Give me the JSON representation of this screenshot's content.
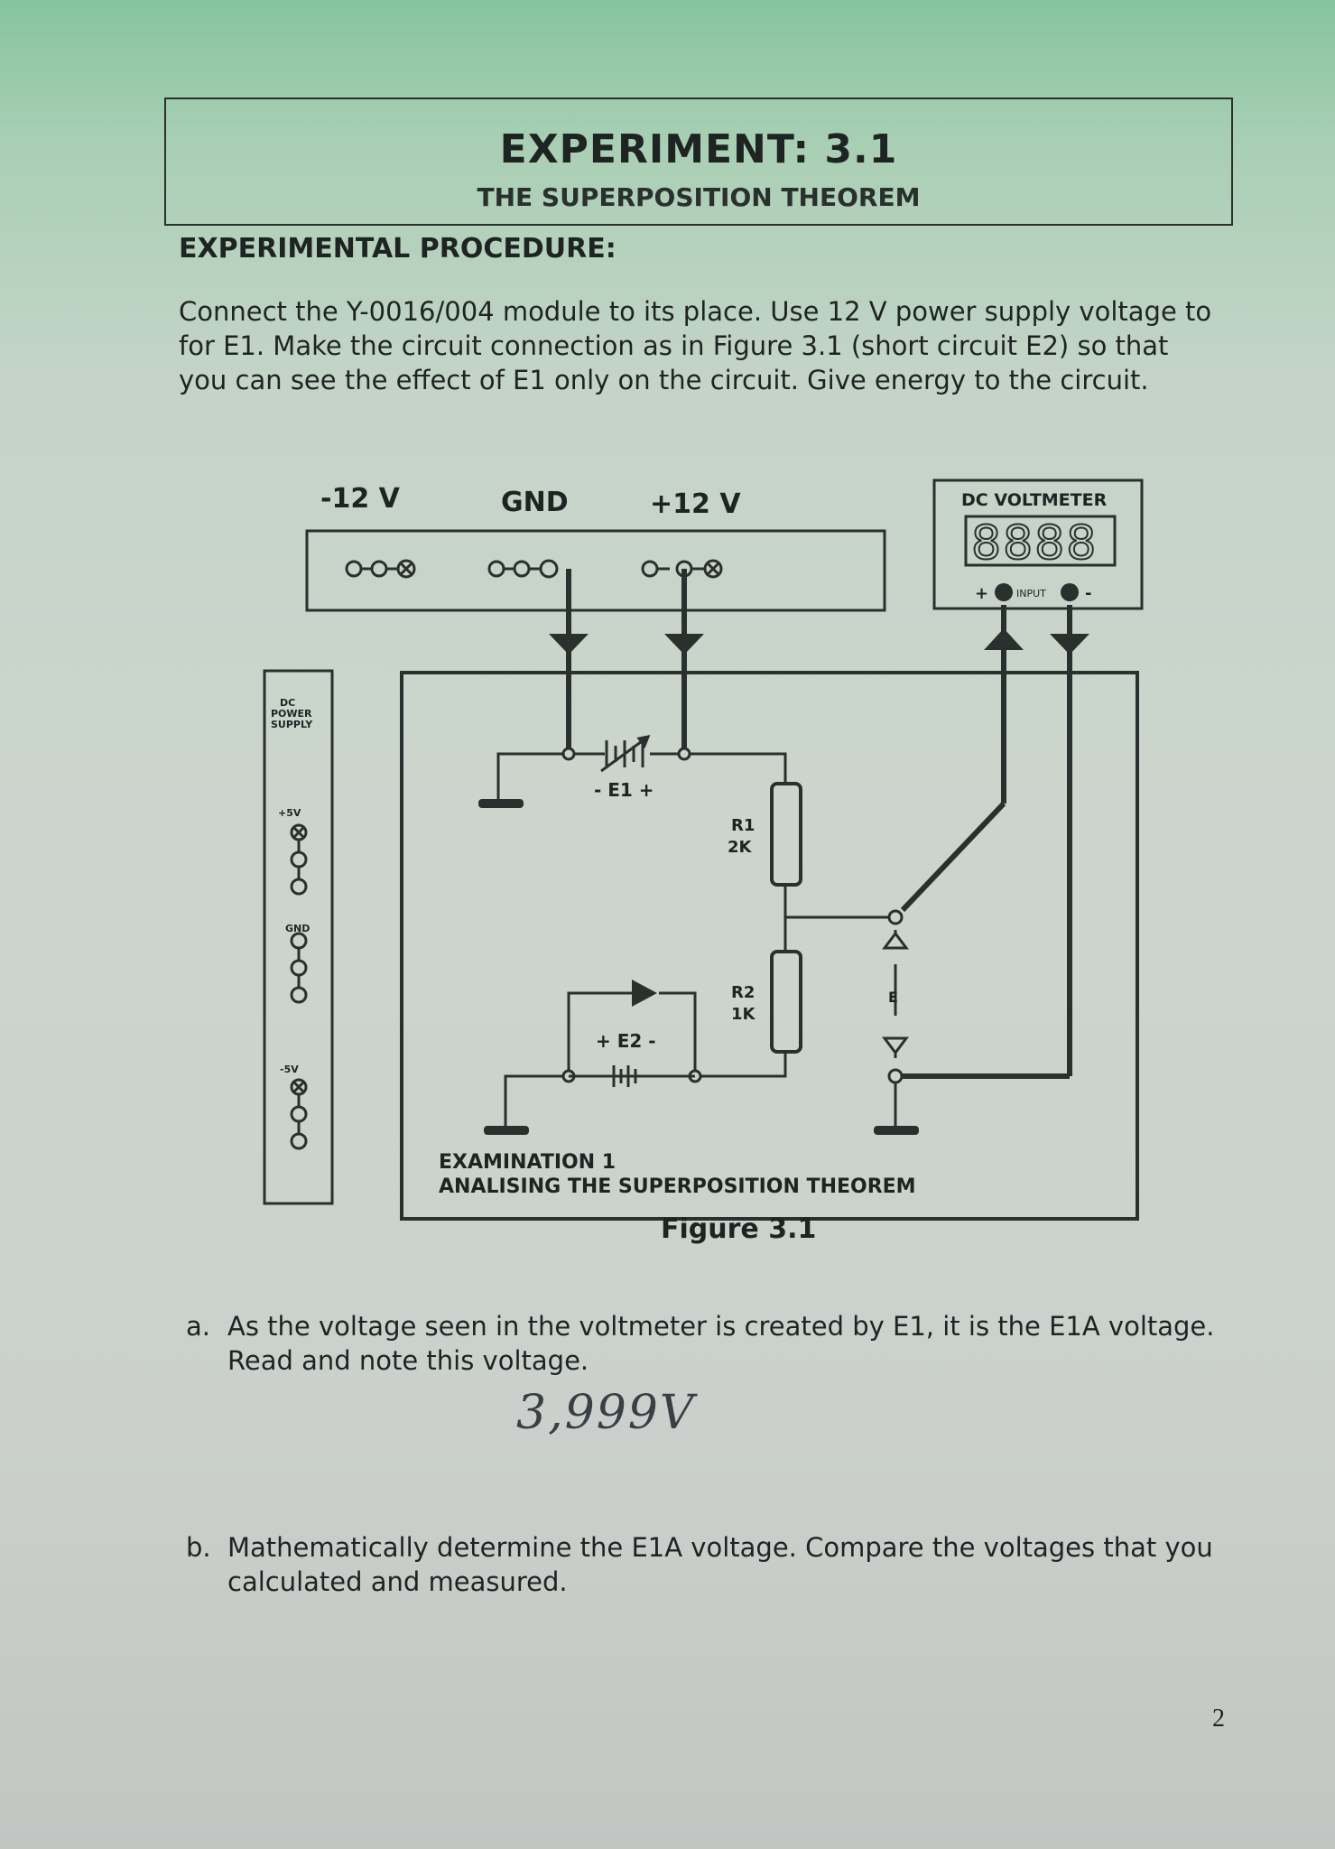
{
  "header": {
    "title": "EXPERIMENT: 3.1",
    "subtitle": "THE SUPERPOSITION THEOREM"
  },
  "procedure": {
    "heading": "EXPERIMENTAL PROCEDURE:",
    "text": "Connect the Y-0016/004 module to its place. Use 12 V power supply voltage to for E1. Make the circuit connection as in Figure 3.1 (short circuit E2) so that you can see the effect of E1 only on the circuit. Give energy to the circuit."
  },
  "figure": {
    "supply_labels": [
      "-12 V",
      "GND",
      "+12 V"
    ],
    "voltmeter_title": "DC VOLTMETER",
    "voltmeter_display": "8888",
    "voltmeter_input_label": "INPUT",
    "voltmeter_plus": "+",
    "voltmeter_minus": "-",
    "side_panel_title": [
      "DC",
      "POWER",
      "SUPPLY"
    ],
    "side_panel_labels": [
      "+5V",
      "GND",
      "-5V"
    ],
    "e1_label": "- E1 +",
    "e2_label": "+ E2 -",
    "r1_label": "R1",
    "r1_value": "2K",
    "r2_label": "R2",
    "r2_value": "1K",
    "e_label": "E",
    "examination_line1": "EXAMINATION 1",
    "examination_line2": "ANALISING THE SUPERPOSITION THEOREM",
    "caption": "Figure 3.1"
  },
  "questions": {
    "a_label": "a.",
    "a_line1": "As the voltage seen in the voltmeter is created by E1, it is the E1A voltage.",
    "a_line2": "Read and note this voltage.",
    "a_answer": "3,999V",
    "b_label": "b.",
    "b_line1": "Mathematically determine the E1A voltage. Compare the voltages that you",
    "b_line2": "calculated and measured."
  },
  "page_number": "2"
}
